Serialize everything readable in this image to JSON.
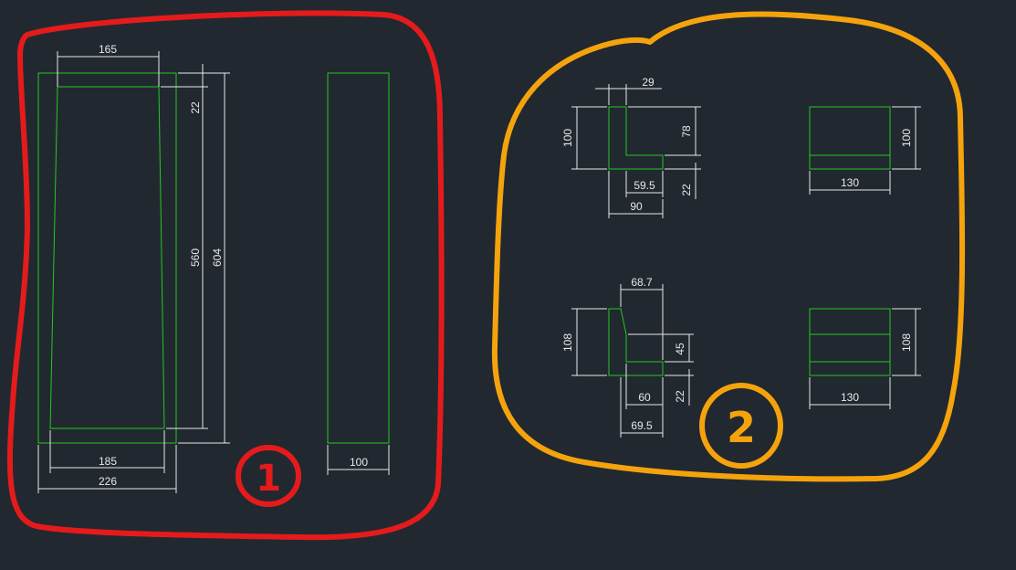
{
  "colors": {
    "background": "#222830",
    "geometry": "#22c822",
    "dimension": "#e8e8e8",
    "group1_outline": "#e51b1b",
    "group2_outline": "#f5a30c"
  },
  "group1": {
    "badge": "1",
    "dims": {
      "top_width": "165",
      "offset": "22",
      "inner_height": "560",
      "outer_height": "604",
      "bottom_width": "185",
      "overall_width": "226",
      "side_width": "100"
    }
  },
  "group2": {
    "badge": "2",
    "p1": {
      "lip": "29",
      "height": "100",
      "inner": "78",
      "shelf": "59.5",
      "base": "22",
      "width": "90"
    },
    "p2": {
      "width": "130",
      "height": "100"
    },
    "p3": {
      "top": "68.7",
      "height": "108",
      "inner": "45",
      "shelf": "60",
      "base": "22",
      "width": "69.5"
    },
    "p4": {
      "width": "130",
      "height": "108"
    }
  }
}
